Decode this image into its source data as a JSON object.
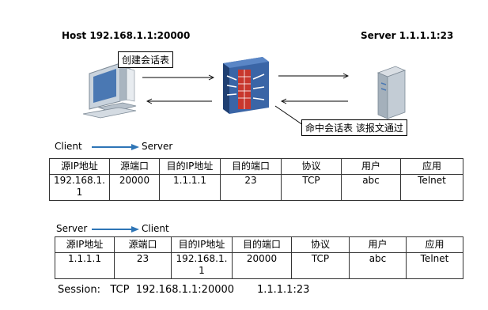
{
  "diagram": {
    "host_label": "Host  192.168.1.1:20000",
    "server_label": "Server 1.1.1.1:23",
    "callout_create": "创建会话表",
    "callout_hit": "命中会话表 该报文通过"
  },
  "table_c2s": {
    "from": "Client",
    "to": "Server",
    "headers": [
      "源IP地址",
      "源端口",
      "目的IP地址",
      "目的端口",
      "协议",
      "用户",
      "应用"
    ],
    "row": [
      "192.168.1.\n1",
      "20000",
      "1.1.1.1",
      "23",
      "TCP",
      "abc",
      "Telnet"
    ]
  },
  "table_s2c": {
    "from": "Server",
    "to": "Client",
    "headers": [
      "源IP地址",
      "源端口",
      "目的IP地址",
      "目的端口",
      "协议",
      "用户",
      "应用"
    ],
    "row": [
      "1.1.1.1",
      "23",
      "192.168.1.\n1",
      "20000",
      "TCP",
      "abc",
      "Telnet"
    ]
  },
  "session_line": "Session:   TCP  192.168.1.1:20000       1.1.1.1:23",
  "colors": {
    "arrow_blue": "#2e75b6",
    "firewall_blue": "#2b4f86",
    "firewall_red": "#c8372d"
  }
}
